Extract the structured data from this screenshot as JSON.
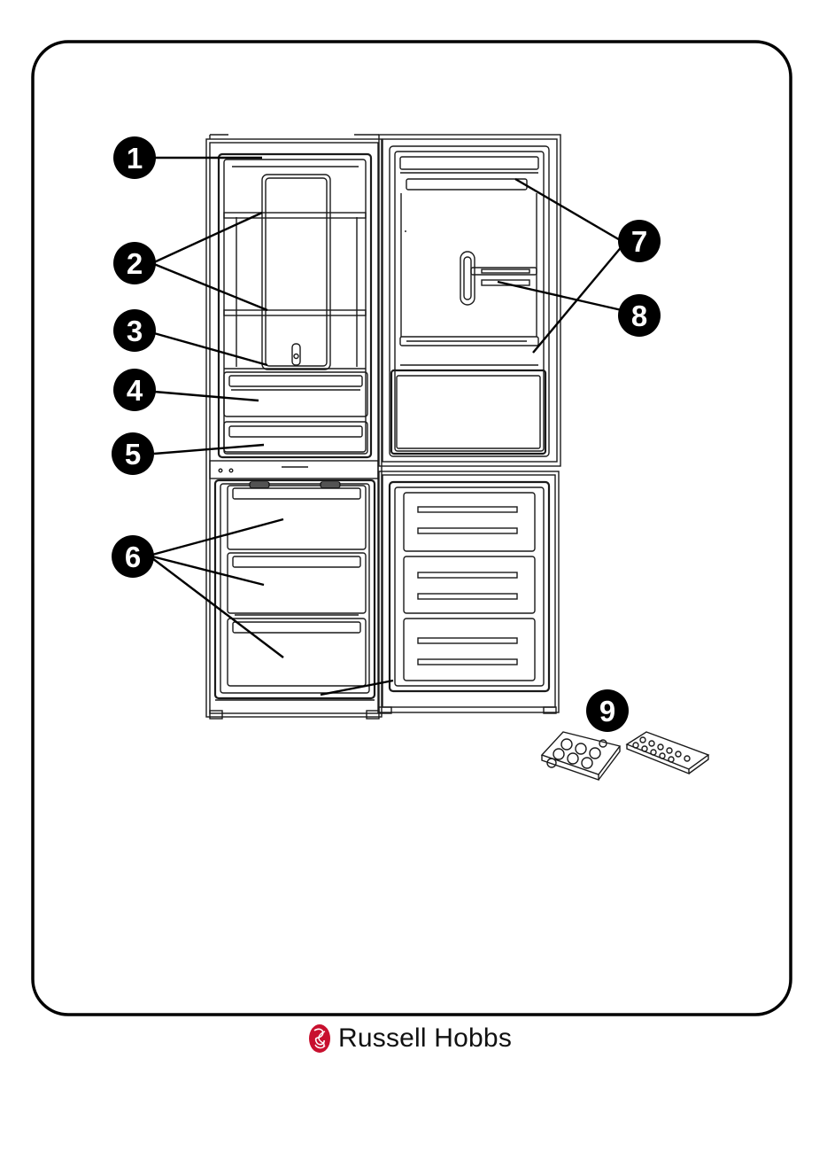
{
  "callouts": [
    {
      "id": "1",
      "label": "1"
    },
    {
      "id": "2",
      "label": "2"
    },
    {
      "id": "3",
      "label": "3"
    },
    {
      "id": "4",
      "label": "4"
    },
    {
      "id": "5",
      "label": "5"
    },
    {
      "id": "6",
      "label": "6"
    },
    {
      "id": "7",
      "label": "7"
    },
    {
      "id": "8",
      "label": "8"
    },
    {
      "id": "9",
      "label": "9"
    }
  ],
  "brand": {
    "name": "Russell Hobbs",
    "logo_icon": "russell-hobbs-knot-logo-icon",
    "logo_color": "#c8102e"
  },
  "colors": {
    "line": "#1a1a1a",
    "callout_fill": "#000000",
    "frame": "#000000"
  }
}
